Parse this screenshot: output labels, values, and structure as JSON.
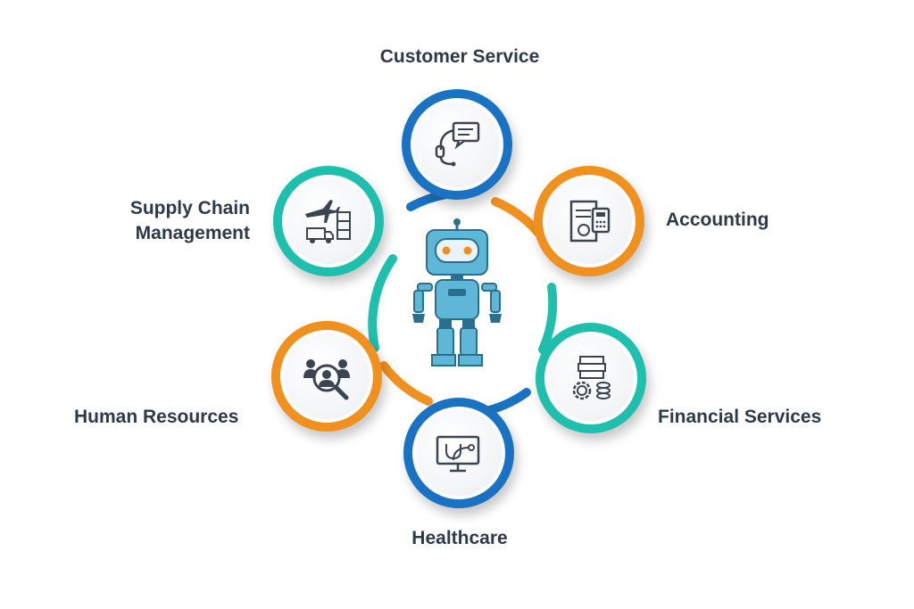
{
  "colors": {
    "blue": "#1a73c2",
    "teal": "#1fbfae",
    "orange": "#f0901e",
    "text": "#2d3a4a",
    "robot": "#5fb7d8"
  },
  "nodes": {
    "customer_service": {
      "label": "Customer Service",
      "icon": "headset-chat-icon"
    },
    "accounting": {
      "label": "Accounting",
      "icon": "ledger-calculator-icon"
    },
    "financial_services": {
      "label": "Financial Services",
      "icon": "money-gear-icon"
    },
    "healthcare": {
      "label": "Healthcare",
      "icon": "monitor-stethoscope-icon"
    },
    "human_resources": {
      "label": "Human Resources",
      "icon": "people-search-icon"
    },
    "supply_chain": {
      "label_line1": "Supply Chain",
      "label_line2": "Management",
      "icon": "plane-truck-boxes-icon"
    }
  },
  "center": {
    "icon": "robot-icon"
  }
}
